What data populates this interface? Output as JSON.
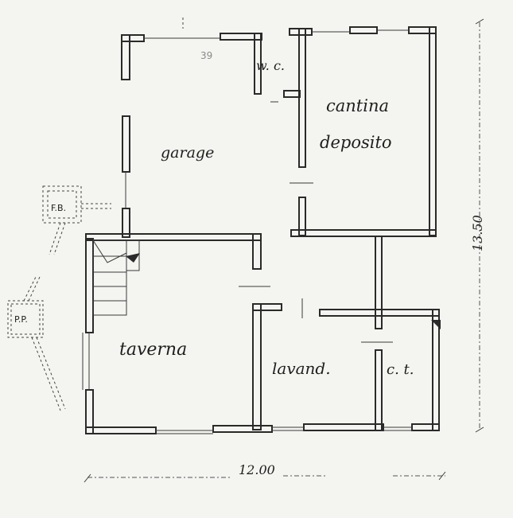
{
  "rooms": {
    "garage": "garage",
    "wc": "w. c.",
    "cantina": "cantina",
    "deposito": "deposito",
    "taverna": "taverna",
    "lavanderia": "lavand.",
    "centrale_termica": "c. t."
  },
  "exterior": {
    "fossa_biologica": "F.B.",
    "pozzetto": "P.P."
  },
  "dimensions": {
    "width": "12.00",
    "depth": "13.50"
  },
  "annotations": {
    "pencil_note": "39"
  }
}
